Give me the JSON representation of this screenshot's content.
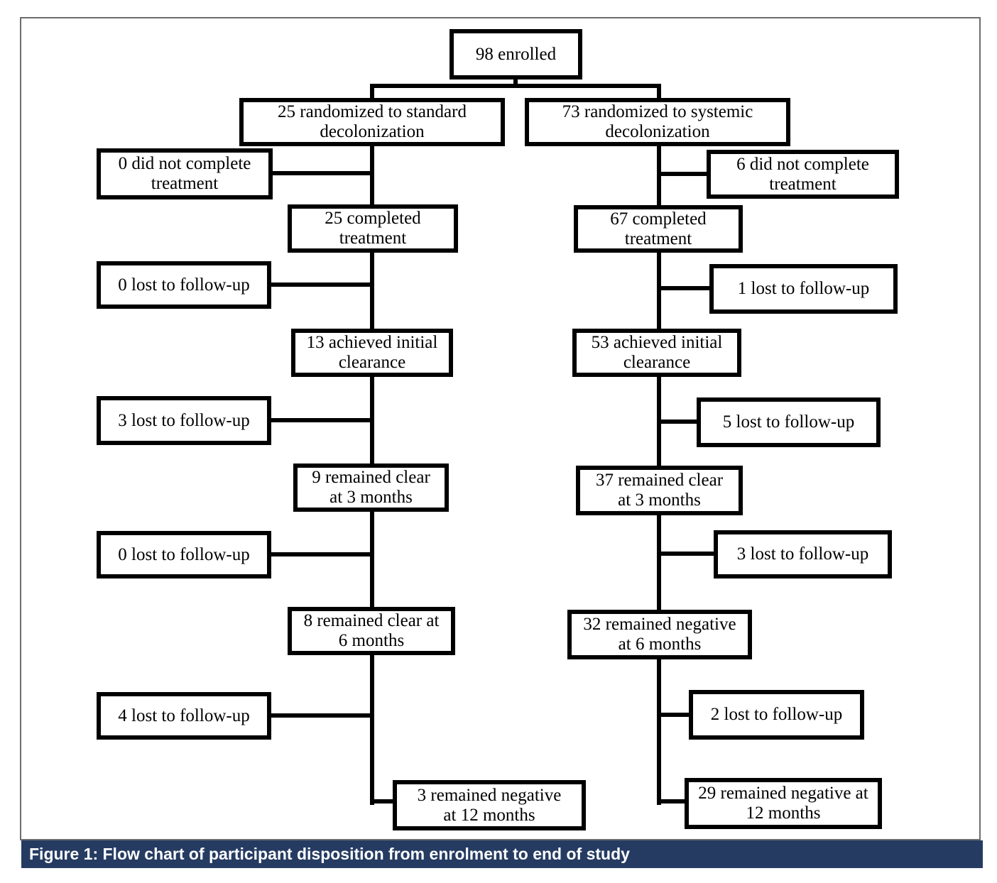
{
  "colors": {
    "page_bg": "#ffffff",
    "node_border": "#000000",
    "connector": "#000000",
    "frame_border": "#6d6d6d",
    "caption_bg": "#253b62",
    "caption_text": "#ffffff"
  },
  "caption": {
    "text": "Figure 1: Flow chart of participant disposition from enrolment to end of study"
  },
  "flow": {
    "root": "98 enrolled",
    "left": {
      "randomized": "25 randomized to standard\ndecolonization",
      "main": [
        "25 completed\ntreatment",
        "13 achieved initial\nclearance",
        "9 remained clear\nat 3 months",
        "8 remained clear at\n6 months",
        "3 remained negative\nat 12 months"
      ],
      "side": [
        "0 did not complete\ntreatment",
        "0 lost to follow-up",
        "3 lost to follow-up",
        "0 lost to follow-up",
        "4 lost to follow-up"
      ]
    },
    "right": {
      "randomized": "73 randomized to systemic\ndecolonization",
      "main": [
        "67 completed\ntreatment",
        "53 achieved initial\nclearance",
        "37 remained clear\nat 3 months",
        "32 remained negative\nat 6 months",
        "29 remained negative at\n12 months"
      ],
      "side": [
        "6 did not complete\ntreatment",
        "1 lost to follow-up",
        "5 lost to follow-up",
        "3 lost to follow-up",
        "2 lost to follow-up"
      ]
    }
  }
}
